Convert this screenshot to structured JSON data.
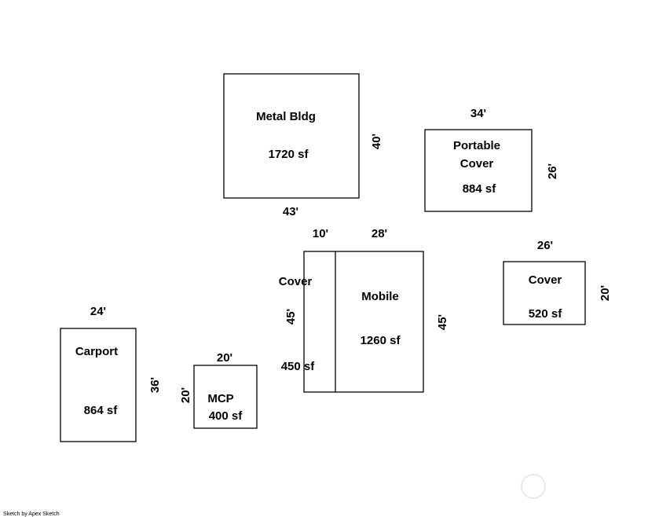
{
  "footer": "Sketch by Apex Sketch",
  "metal_bldg": {
    "name": "Metal Bldg",
    "area": "1720 sf",
    "width": "43'",
    "depth": "40'"
  },
  "portable_cover": {
    "name_line1": "Portable",
    "name_line2": "Cover",
    "area": "884 sf",
    "width": "34'",
    "depth": "26'"
  },
  "mobile": {
    "name": "Mobile",
    "area": "1260 sf",
    "width": "28'",
    "depth": "45'"
  },
  "mobile_cover": {
    "name": "Cover",
    "area": "450 sf",
    "width": "10'",
    "depth": "45'"
  },
  "cover_east": {
    "name": "Cover",
    "area": "520 sf",
    "width": "26'",
    "depth": "20'"
  },
  "carport": {
    "name": "Carport",
    "area": "864 sf",
    "width": "24'",
    "depth": "36'"
  },
  "mcp": {
    "name": "MCP",
    "area": "400 sf",
    "width": "20'",
    "depth": "20'"
  }
}
